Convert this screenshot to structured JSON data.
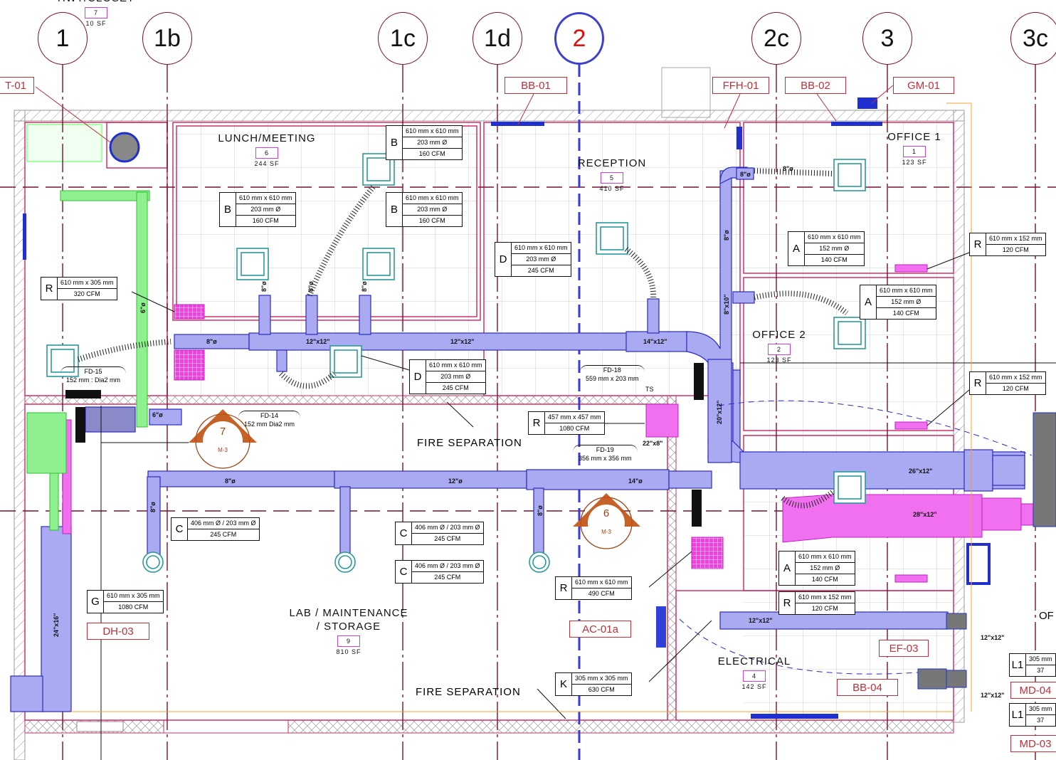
{
  "grid_bubbles": [
    "1",
    "1b",
    "1c",
    "1d",
    "2",
    "2c",
    "3",
    "3c"
  ],
  "active_grid": "2",
  "equipment_tags": [
    "T-01",
    "BB-01",
    "FFH-01",
    "BB-02",
    "GM-01",
    "DH-03",
    "AC-01a",
    "EF-03",
    "BB-04",
    "MD-04",
    "MD-03"
  ],
  "rooms": [
    {
      "name": "HWT/CLOSET",
      "number": "7",
      "area": "10 SF"
    },
    {
      "name": "LUNCH/MEETING",
      "number": "6",
      "area": "244 SF"
    },
    {
      "name": "RECEPTION",
      "number": "5",
      "area": "410 SF"
    },
    {
      "name": "OFFICE 1",
      "number": "1",
      "area": "123 SF"
    },
    {
      "name": "OFFICE 2",
      "number": "2",
      "area": "123 SF"
    },
    {
      "name": "LAB / MAINTENANCE / STORAGE",
      "number": "9",
      "area": "810 SF"
    },
    {
      "name": "ELECTRICAL",
      "number": "4",
      "area": "142 SF"
    }
  ],
  "air_terminals": [
    {
      "type": "B",
      "lines": [
        "610 mm x 610 mm",
        "203 mm Ø",
        "160 CFM"
      ]
    },
    {
      "type": "B",
      "lines": [
        "610 mm x 610 mm",
        "203 mm Ø",
        "160 CFM"
      ]
    },
    {
      "type": "B",
      "lines": [
        "610 mm x 610 mm",
        "203 mm Ø",
        "160 CFM"
      ]
    },
    {
      "type": "D",
      "lines": [
        "610 mm x 610 mm",
        "203 mm Ø",
        "245 CFM"
      ]
    },
    {
      "type": "A",
      "lines": [
        "610 mm x 610 mm",
        "152 mm Ø",
        "140 CFM"
      ]
    },
    {
      "type": "R",
      "lines": [
        "610 mm x 152 mm",
        "120 CFM"
      ]
    },
    {
      "type": "R",
      "lines": [
        "610 mm x 305 mm",
        "320 CFM"
      ]
    },
    {
      "type": "A",
      "lines": [
        "610 mm x 610 mm",
        "152 mm Ø",
        "140 CFM"
      ]
    },
    {
      "type": "D",
      "lines": [
        "610 mm x 610 mm",
        "203 mm Ø",
        "245 CFM"
      ]
    },
    {
      "type": "R",
      "lines": [
        "610 mm x 152 mm",
        "120 CFM"
      ]
    },
    {
      "type": "R",
      "lines": [
        "457 mm x 457 mm",
        "1080 CFM"
      ]
    },
    {
      "type": "C",
      "lines": [
        "406 mm Ø / 203 mm Ø",
        "245 CFM"
      ]
    },
    {
      "type": "C",
      "lines": [
        "406 mm Ø / 203 mm Ø",
        "245 CFM"
      ]
    },
    {
      "type": "C",
      "lines": [
        "406 mm Ø / 203 mm Ø",
        "245 CFM"
      ]
    },
    {
      "type": "G",
      "lines": [
        "610 mm x 305 mm",
        "1080 CFM"
      ]
    },
    {
      "type": "R",
      "lines": [
        "610 mm x 610 mm",
        "490 CFM"
      ]
    },
    {
      "type": "A",
      "lines": [
        "610 mm x 610 mm",
        "152 mm Ø",
        "140 CFM"
      ]
    },
    {
      "type": "R",
      "lines": [
        "610 mm x 152 mm",
        "120 CFM"
      ]
    },
    {
      "type": "K",
      "lines": [
        "305 mm x 305 mm",
        "630 CFM"
      ]
    },
    {
      "type": "L1",
      "lines": [
        "305 mm",
        "37"
      ]
    },
    {
      "type": "L1",
      "lines": [
        "305 mm",
        "37"
      ]
    }
  ],
  "fire_dampers": [
    {
      "id": "FD-15",
      "size": "152 mm : Dia2 mm"
    },
    {
      "id": "FD-14",
      "size": "152 mm  Dia2 mm"
    },
    {
      "id": "FD-18",
      "size": "559 mm x 203 mm"
    },
    {
      "id": "FD-19",
      "size": "356 mm x 356 mm"
    }
  ],
  "section_markers": [
    {
      "number": "7",
      "sheet": "M-3"
    },
    {
      "number": "6",
      "sheet": "M-3"
    }
  ],
  "notes": [
    "FIRE SEPARATION",
    "FIRE SEPARATION"
  ],
  "duct_sizes": [
    "8\"ø",
    "12\"x12\"",
    "12\"x12\"",
    "14\"x12\"",
    "8\"ø",
    "8\"ø",
    "8\"ø",
    "8\"x10\"",
    "8\"ø",
    "20\"x12\"",
    "26\"x12\"",
    "28\"x12\"",
    "22\"x8\"",
    "8\"ø",
    "12\"ø",
    "14\"ø",
    "24\"x16\"",
    "6\"ø",
    "12\"x12\"",
    "12\"x12\"",
    "12\"x12\"",
    "8\"ø",
    "8\"ø",
    "6\"ø",
    "8\"ø",
    "8\"ø"
  ],
  "misc": {
    "ts": "TS",
    "partial_room": "OF"
  },
  "colors": {
    "grid": "#7a1030",
    "duct": "#a9aaf2",
    "duct_stroke": "#2c2cc0",
    "exhaust": "#f060f0",
    "tag": "#c0303a",
    "room_outline": "#d0306a"
  }
}
